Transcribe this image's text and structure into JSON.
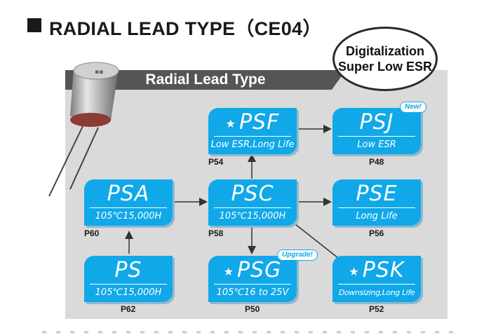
{
  "header": {
    "title": "RADIAL LEAD TYPE（CE04）"
  },
  "panel": {
    "title": "Radial Lead Type"
  },
  "badge": {
    "line1": "Digitalization",
    "line2": "Super Low ESR"
  },
  "nodes": {
    "psf": {
      "name": "PSF",
      "spec": "Low ESR,Long Life",
      "page": "P54",
      "starred": true
    },
    "psj": {
      "name": "PSJ",
      "spec": "Low ESR",
      "page": "P48",
      "tag": "New!"
    },
    "psa": {
      "name": "PSA",
      "spec": "105℃15,000H",
      "page": "P60"
    },
    "psc": {
      "name": "PSC",
      "spec": "105℃15,000H",
      "page": "P58"
    },
    "pse": {
      "name": "PSE",
      "spec": "Long Life",
      "page": "P56"
    },
    "ps": {
      "name": "PS",
      "spec": "105℃15,000H",
      "page": "P62"
    },
    "psg": {
      "name": "PSG",
      "spec": "105℃16 to 25V",
      "page": "P50",
      "starred": true,
      "tag": "Upgrade!"
    },
    "psk": {
      "name": "PSK",
      "spec": "Downsizing,Long Life",
      "page": "P52",
      "starred": true
    }
  },
  "colors": {
    "node": "#10a8e8",
    "panel": "#dadada",
    "header_bar": "#555555"
  }
}
